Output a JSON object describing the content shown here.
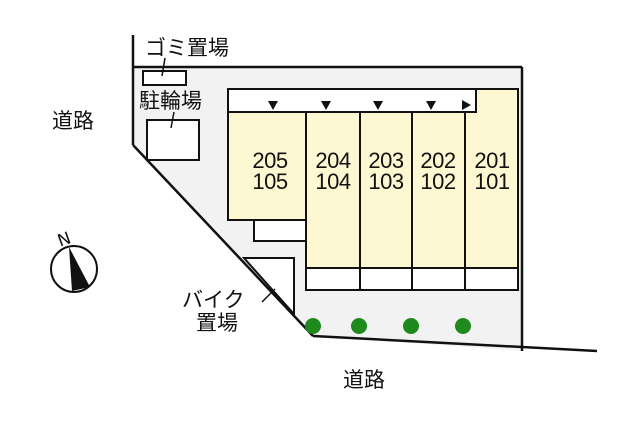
{
  "labels": {
    "road_left": "道路",
    "road_bottom": "道路",
    "garbage": "ゴミ置場",
    "bicycle_parking": "駐輪場",
    "bike_parking_line1": "バイク",
    "bike_parking_line2": "置場",
    "north": "N"
  },
  "units": [
    {
      "upper": "205",
      "lower": "105"
    },
    {
      "upper": "204",
      "lower": "104"
    },
    {
      "upper": "203",
      "lower": "103"
    },
    {
      "upper": "202",
      "lower": "102"
    },
    {
      "upper": "201",
      "lower": "101"
    }
  ],
  "colors": {
    "unit_fill": "#fdf8d2",
    "lot_fill": "#f2f2f2",
    "tree": "#1e8a1e",
    "line": "#111111"
  },
  "icons": {
    "entry_arrow": "triangle-down",
    "entry_arrow_last": "triangle-right",
    "north_arrow": "compass-north",
    "tree": "green-circle"
  }
}
